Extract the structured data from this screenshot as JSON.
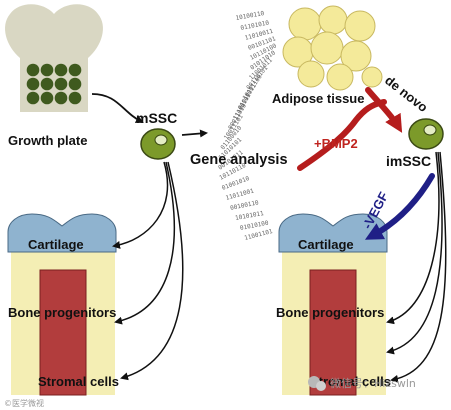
{
  "colors": {
    "bone_shape": "#d9d7c3",
    "growth_cells": "#3f5a1e",
    "cell_fill": "#7c9a2a",
    "cell_nucleus": "#e4edc4",
    "adipose": "#f4ea9a",
    "cartilage": "#8fb3cf",
    "bone_outer": "#f4eeb4",
    "bone_marrow": "#b23d3d",
    "arrow_red": "#b51d1d",
    "arrow_blue": "#1f1f86",
    "text_red": "#c0241f",
    "text_blue": "#1f1f86",
    "dna": "#666666"
  },
  "labels": {
    "growth_plate": "Growth plate",
    "mssc": "mSSC",
    "gene_analysis": "Gene analysis",
    "adipose_tissue": "Adipose tissue",
    "de_novo": "de novo",
    "bmp2": "+BMP2",
    "imssc": "imSSC",
    "vegf": "-VEGF",
    "left_cartilage": "Cartilage",
    "left_bone_progenitors": "Bone progenitors",
    "left_stromal_cells": "Stromal cells",
    "right_cartilage": "Cartilage",
    "right_bone_progenitors": "Bone progenitors",
    "right_stromal_cells": "Stromal cells"
  },
  "dna_text": [
    "10100110",
    "01101010",
    "11010011",
    "00101101",
    "10110100",
    "01011010",
    "11001011",
    "00110101",
    "10101100",
    "01010011",
    "11100101",
    "00011010",
    "10011101",
    "01100010",
    "11010101",
    "00101011",
    "10110110",
    "01001010",
    "11011001",
    "00100110",
    "10101011",
    "01010100",
    "11001101"
  ],
  "watermark": {
    "top_right": "微信号：Hizswln",
    "bottom_left": "©医学微视"
  },
  "icons": [
    "wechat-icon"
  ]
}
